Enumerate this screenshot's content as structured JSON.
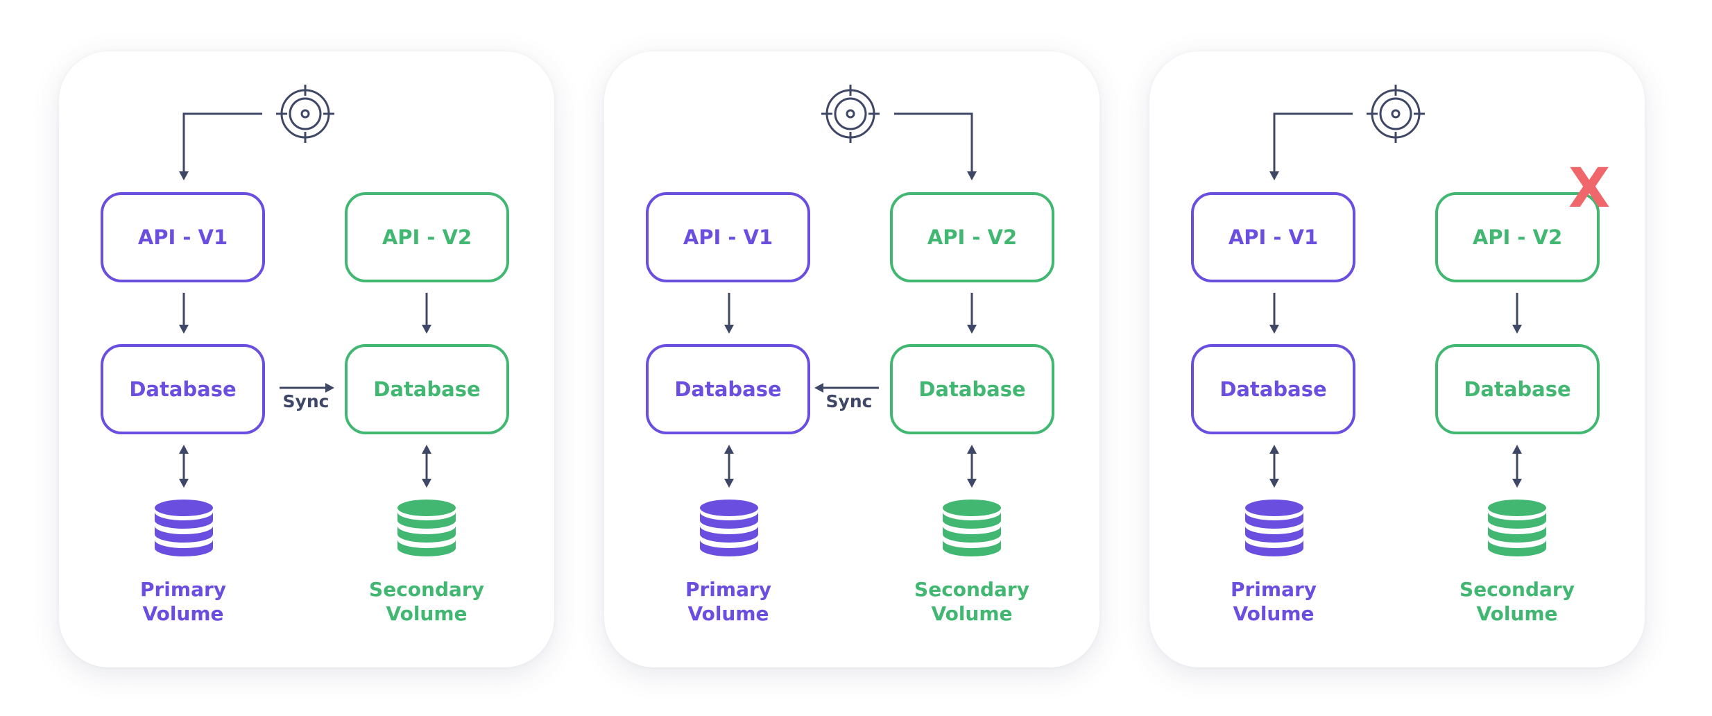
{
  "colors": {
    "v1": "#6a4ee0",
    "v2": "#41b772",
    "connector": "#3f4766",
    "failure": "#f0676b"
  },
  "panels": [
    {
      "api_left": "API - V1",
      "api_right": "API - V2",
      "db_left": "Database",
      "db_right": "Database",
      "sync_label": "Sync",
      "sync_direction": "left-to-right",
      "traffic_target": "API - V1",
      "failed": "",
      "volume_left": [
        "Primary",
        "Volume"
      ],
      "volume_right": [
        "Secondary",
        "Volume"
      ]
    },
    {
      "api_left": "API - V1",
      "api_right": "API - V2",
      "db_left": "Database",
      "db_right": "Database",
      "sync_label": "Sync",
      "sync_direction": "right-to-left",
      "traffic_target": "API - V2",
      "failed": "",
      "volume_left": [
        "Primary",
        "Volume"
      ],
      "volume_right": [
        "Secondary",
        "Volume"
      ]
    },
    {
      "api_left": "API - V1",
      "api_right": "API - V2",
      "db_left": "Database",
      "db_right": "Database",
      "sync_label": "",
      "sync_direction": "none",
      "traffic_target": "API - V1",
      "failed": "API - V2",
      "failure_mark": "X",
      "volume_left": [
        "Primary",
        "Volume"
      ],
      "volume_right": [
        "Secondary",
        "Volume"
      ]
    }
  ],
  "icons": {
    "traffic_source": "crosshair-target-icon",
    "volume": "database-cylinder-icon",
    "failure": "red-x-icon"
  }
}
